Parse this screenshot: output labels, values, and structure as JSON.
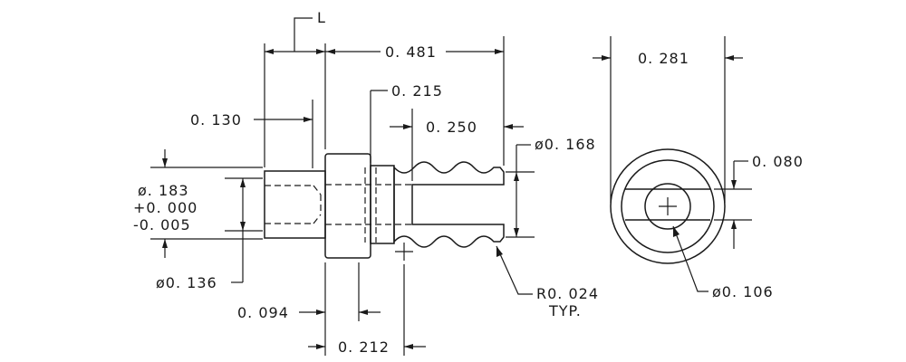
{
  "drawing": {
    "label_L": "L",
    "dims": {
      "overall_length": "0. 481",
      "d_0215": "0. 215",
      "d_0130": "0. 130",
      "d_0250": "0. 250",
      "dia_0168": "ø0. 168",
      "dia_0183_a": "ø. 183",
      "dia_0183_b": "+0. 000",
      "dia_0183_c": "-0. 005",
      "dia_0136": "ø0. 136",
      "d_0094": "0. 094",
      "d_0212": "0. 212",
      "radius_a": "R0. 024",
      "radius_b": "TYP.",
      "end_0281": "0. 281",
      "end_0080": "0. 080",
      "end_dia_0106": "ø0. 106"
    }
  }
}
